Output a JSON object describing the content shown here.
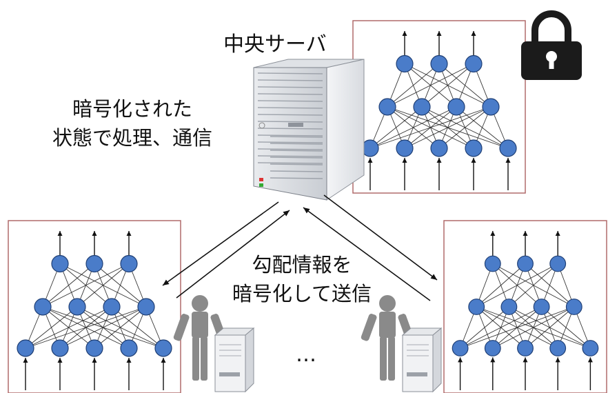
{
  "labels": {
    "central_server": "中央サーバ",
    "encrypted_line1": "暗号化された",
    "encrypted_line2": "状態で処理、通信",
    "gradient_line1": "勾配情報を",
    "gradient_line2": "暗号化して送信",
    "ellipsis": "…"
  },
  "colors": {
    "node_fill": "#4a7cc9",
    "node_stroke": "#1f3f75",
    "panel_border": "#b06a6a",
    "lock": "#1b1b1b",
    "person": "#8a8a8a"
  },
  "network": {
    "layers": [
      5,
      4,
      3
    ],
    "fully_connected": true
  },
  "icons": {
    "lock": "padlock-icon",
    "server": "tower-server-icon",
    "person": "person-icon",
    "client_server": "client-server-icon"
  }
}
